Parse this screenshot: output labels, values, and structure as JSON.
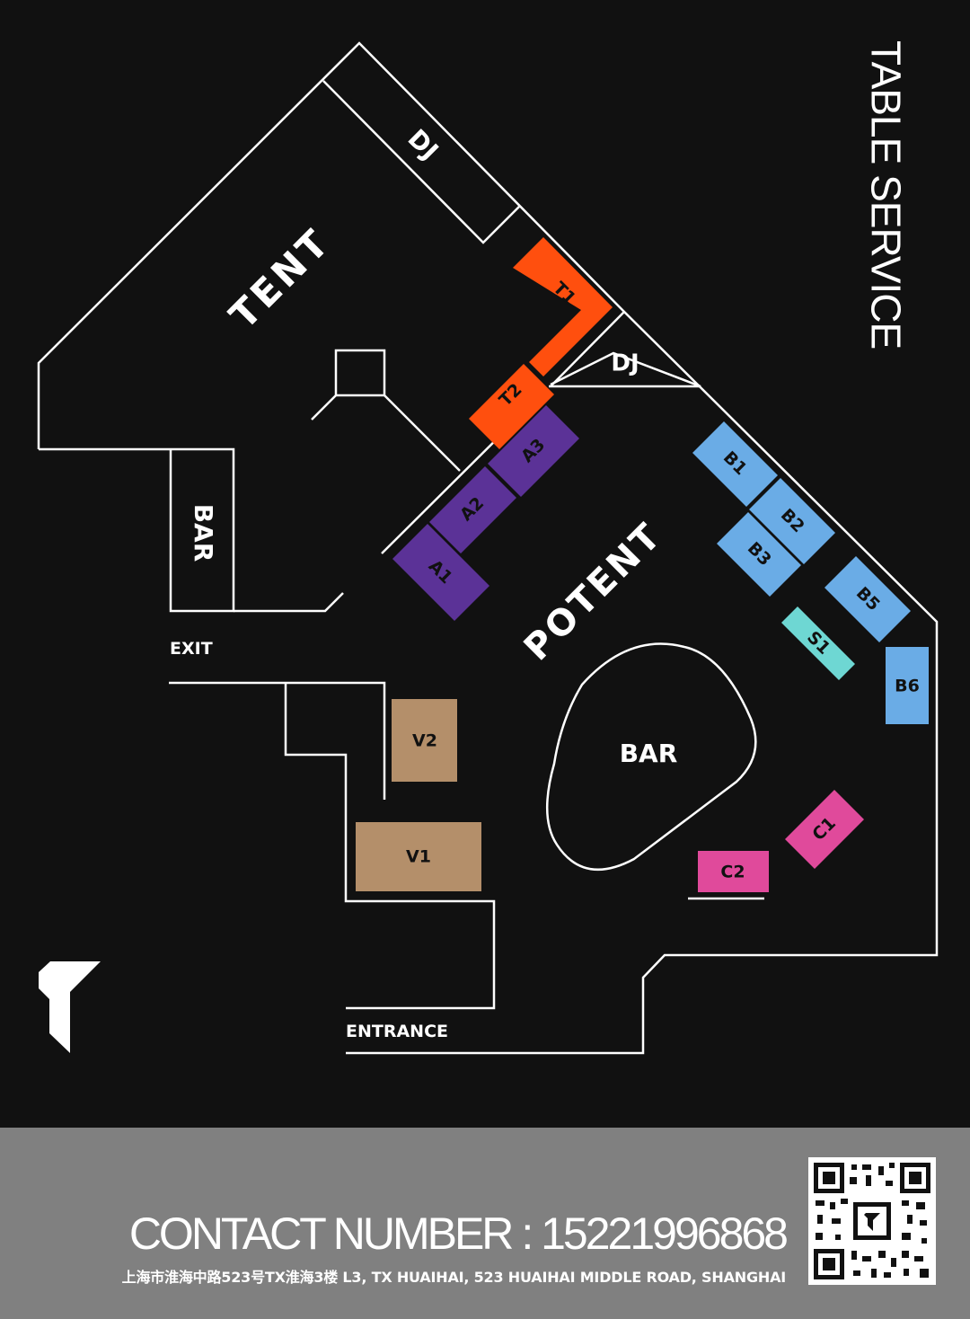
{
  "map": {
    "title": "TABLE SERVICE",
    "areas": {
      "tent": "TENT",
      "potent": "POTENT",
      "dj_top": "DJ",
      "dj_mid": "DJ",
      "bar_left": "BAR",
      "bar_center": "BAR",
      "exit": "EXIT",
      "entrance": "ENTRANCE"
    },
    "tables": [
      {
        "id": "T1",
        "zone": "T"
      },
      {
        "id": "T2",
        "zone": "T"
      },
      {
        "id": "A1",
        "zone": "A"
      },
      {
        "id": "A2",
        "zone": "A"
      },
      {
        "id": "A3",
        "zone": "A"
      },
      {
        "id": "B1",
        "zone": "B"
      },
      {
        "id": "B2",
        "zone": "B"
      },
      {
        "id": "B3",
        "zone": "B"
      },
      {
        "id": "B5",
        "zone": "B"
      },
      {
        "id": "B6",
        "zone": "B"
      },
      {
        "id": "S1",
        "zone": "S"
      },
      {
        "id": "C1",
        "zone": "C"
      },
      {
        "id": "C2",
        "zone": "C"
      },
      {
        "id": "V1",
        "zone": "V"
      },
      {
        "id": "V2",
        "zone": "V"
      }
    ],
    "zone_colors": {
      "T": "#ff4f0e",
      "A": "#5b3297",
      "B": "#6aace6",
      "S": "#6ed7d3",
      "C": "#e04a9b",
      "V": "#b48f6a"
    },
    "background_color": "#111111"
  },
  "footer": {
    "contact_label": "CONTACT NUMBER",
    "contact_separator": " : ",
    "contact_number": "15221996868",
    "address": "上海市淮海中路523号TX淮海3楼  L3, TX HUAIHAI, 523 HUAIHAI MIDDLE ROAD, SHANGHAI",
    "background_color": "#808080"
  },
  "icons": {
    "logo": "brand-logo-icon",
    "qr": "qr-code-icon"
  }
}
